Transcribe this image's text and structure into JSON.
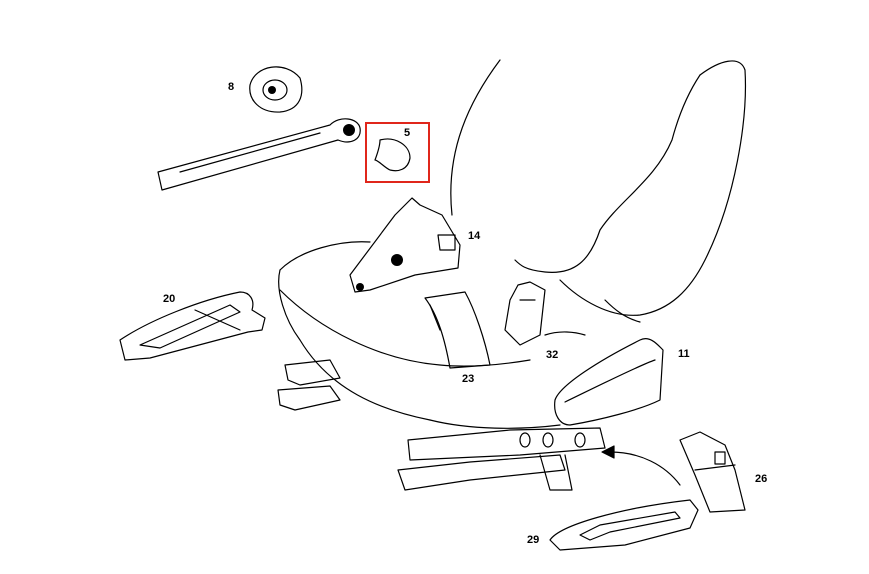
{
  "diagram": {
    "title": "Seat parts diagram",
    "highlight_color": "#e0261b",
    "highlighted_part": "5",
    "parts": [
      {
        "id": "part-8",
        "label": "8"
      },
      {
        "id": "part-5",
        "label": "5"
      },
      {
        "id": "part-14",
        "label": "14"
      },
      {
        "id": "part-20",
        "label": "20"
      },
      {
        "id": "part-23",
        "label": "23"
      },
      {
        "id": "part-32",
        "label": "32"
      },
      {
        "id": "part-11",
        "label": "11"
      },
      {
        "id": "part-26",
        "label": "26"
      },
      {
        "id": "part-29",
        "label": "29"
      }
    ]
  }
}
